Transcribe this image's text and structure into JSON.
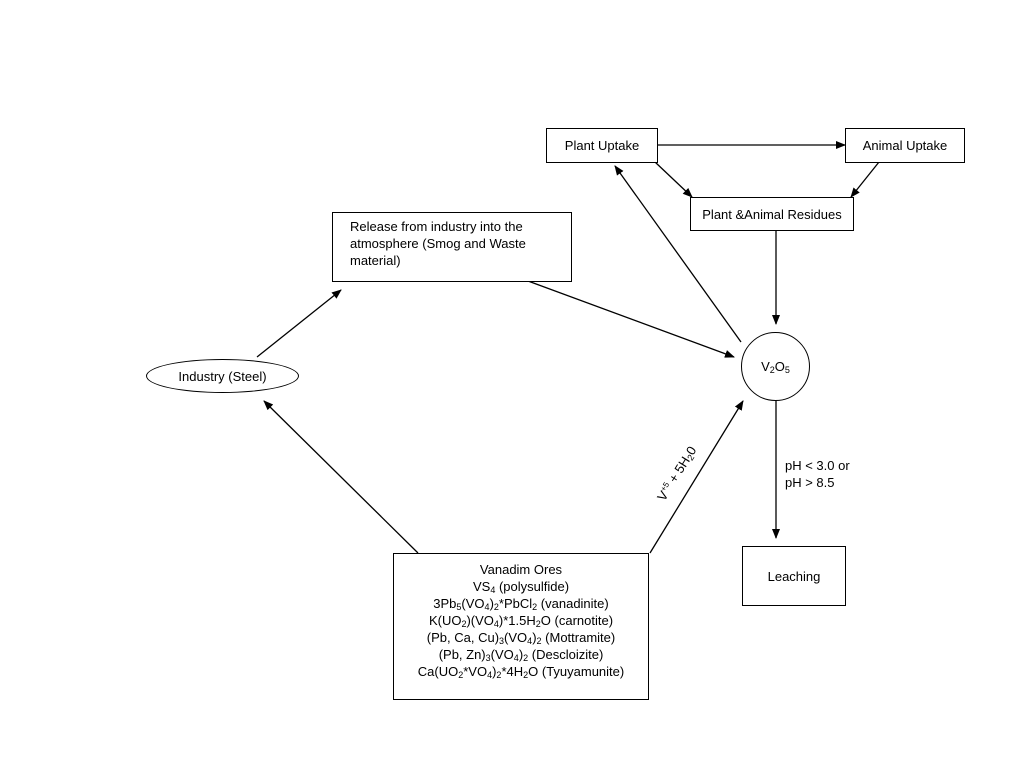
{
  "nodes": {
    "industry": {
      "label": "Industry (Steel)"
    },
    "release": {
      "lines": [
        "Release from industry into the",
        "atmosphere (Smog and Waste",
        "material)"
      ]
    },
    "plant_uptake": {
      "label": "Plant Uptake"
    },
    "animal_uptake": {
      "label": "Animal Uptake"
    },
    "residues": {
      "label": "Plant &Animal Residues"
    },
    "v2o5": {
      "p1": "V",
      "s1": "2",
      "p2": "O",
      "s2": "5"
    },
    "leaching": {
      "label": "Leaching"
    },
    "ores": {
      "title": "Vanadim Ores",
      "l1": {
        "a": "VS",
        "s1": "4",
        "b": " (polysulfide)"
      },
      "l2": {
        "a": "3Pb",
        "s1": "5",
        "b": "(VO",
        "s2": "4",
        "c": ")",
        "s3": "2",
        "d": "*PbCl",
        "s4": "2",
        "e": " (vanadinite)"
      },
      "l3": {
        "a": "K(UO",
        "s1": "2",
        "b": ")(VO",
        "s2": "4",
        "c": ")*1.5H",
        "s3": "2",
        "d": "O (carnotite)"
      },
      "l4": {
        "a": "(Pb, Ca, Cu)",
        "s1": "3",
        "b": "(VO",
        "s2": "4",
        "c": ")",
        "s3": "2",
        "d": " (Mottramite)"
      },
      "l5": {
        "a": "(Pb, Zn)",
        "s1": "3",
        "b": "(VO",
        "s2": "4",
        "c": ")",
        "s3": "2",
        "d": " (Descloizite)"
      },
      "l6": {
        "a": "Ca(UO",
        "s1": "2",
        "b": "*VO",
        "s2": "4",
        "c": ")",
        "s3": "2",
        "d": "*4H",
        "s4": "2",
        "e": "O (Tyuyamunite)"
      }
    }
  },
  "edge_labels": {
    "ph": {
      "line1": "pH < 3.0 or",
      "line2": "pH > 8.5"
    },
    "reaction": {
      "a": "V",
      "sup": "+5",
      "b": " + 5H",
      "sub": "2",
      "c": "0"
    }
  }
}
